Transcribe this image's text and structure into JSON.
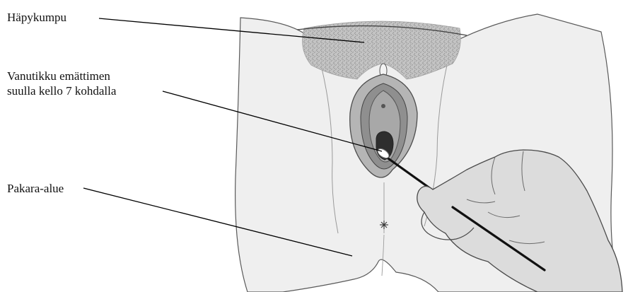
{
  "labels": {
    "mons_pubis": "Häpykumpu",
    "swab_line1": "Vanutikku emättimen",
    "swab_line2": "suulla kello 7 kohdalla",
    "buttock_region": "Pakara-alue"
  },
  "colors": {
    "skin": "#efefef",
    "outline": "#5a5a5a",
    "hair": "#b9b9b9",
    "inner_dark": "#8a8a8a",
    "inner_mid": "#a6a6a6",
    "glove": "#dcdcdc",
    "leader_line": "#000000"
  }
}
